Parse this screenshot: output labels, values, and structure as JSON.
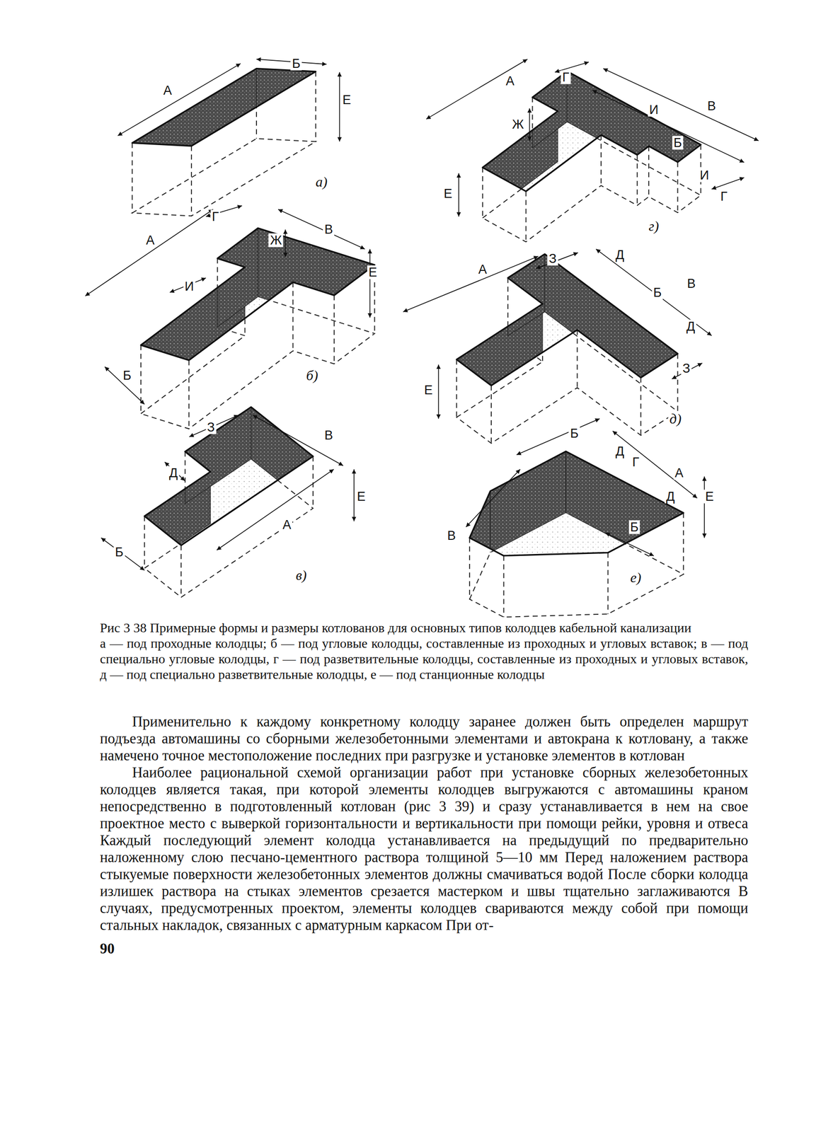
{
  "diagram": {
    "caption": "Рис 3 38 Примерные формы и размеры котлованов для основных типов колодцев кабельной канализации",
    "labels": [
      "А",
      "Б",
      "Е",
      "а)",
      "А",
      "Г",
      "Ж",
      "И",
      "Б",
      "В",
      "И",
      "Е",
      "Г",
      "г)",
      "А",
      "Г",
      "Ж",
      "И",
      "В",
      "Е",
      "Б",
      "б)",
      "А",
      "З",
      "Д",
      "Б",
      "В",
      "Д",
      "Е",
      "З",
      "д)",
      "З",
      "Д",
      "В",
      "Е",
      "А",
      "Б",
      "в)",
      "В",
      "Б",
      "Д",
      "Г",
      "А",
      "Д",
      "Е",
      "Б",
      "е)",
      "а — под проходные колодцы; б — под угловые колодцы, составленные из проходных и угловых вставок; в — под специально угловые колодцы, г — под разветвительные колодцы, составленные из проходных и угловых вставок, д — под специально разветвительные колодцы, е — под станционные колодцы",
      "Применительно к каждому конкретному колодцу заранее должен быть определен маршрут подъезда автомашины со сборными железобетонными элементами и автокрана к котловану, а также намечено точное местоположение последних при разгрузке и установке элементов в котлован",
      "Наиболее рациональной схемой организации работ при установке сборных железобетонных колодцев является такая, при которой элементы колодцев выгружаются с автомашины краном непосредственно в подготовленный котлован (рис 3 39) и сразу устанавливается в нем на свое проектное место с выверкой горизонтальности и вертикальности при помощи рейки, уровня и отвеса Каждый последующий элемент колодца устанавливается на предыдущий по предварительно наложенному слою песчано-цементного раствора толщиной 5—10 мм Перед наложением раствора стыкуемые поверхности железобетонных элементов должны смачиваться водой После сборки колодца излишек раствора на стыках элементов срезается мастерком и швы тщательно заглаживаются В случаях, предусмотренных проектом, элементы колодцев свариваются между собой при помощи стальных накладок, связанных с арматурным каркасом При от-",
      "90"
    ]
  }
}
